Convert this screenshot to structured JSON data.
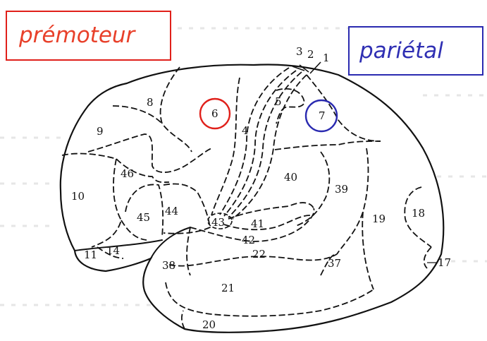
{
  "labels": {
    "premotor": "prémoteur",
    "parietal": "pariétal"
  },
  "colors": {
    "premotor": "#e8402a",
    "parietal": "#2f2fb3",
    "circle_premotor": "#e0201a",
    "circle_parietal": "#2a2ab0"
  },
  "areas": {
    "a1": "1",
    "a2": "2",
    "a3": "3",
    "a4": "4",
    "a5": "5",
    "a6": "6",
    "a7": "7",
    "a8": "8",
    "a9": "9",
    "a10": "10",
    "a11": "11",
    "a14": "14",
    "a17": "17",
    "a18": "18",
    "a19": "19",
    "a20": "20",
    "a21": "21",
    "a22": "22",
    "a37": "37",
    "a38": "38",
    "a39": "39",
    "a40": "40",
    "a41": "41",
    "a42": "42",
    "a43": "43",
    "a44": "44",
    "a45": "45",
    "a46": "46"
  }
}
